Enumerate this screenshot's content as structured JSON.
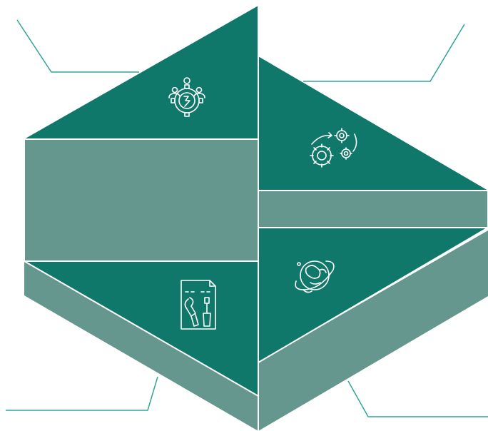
{
  "colors": {
    "dark": "#10786a",
    "light": "#65978e",
    "line": "#2fa595",
    "icon": "#ffffff",
    "background": "#ffffff"
  },
  "segments": [
    {
      "id": "top-left",
      "icon": "team-power-gear-icon",
      "tone": "dark"
    },
    {
      "id": "top-right",
      "icon": "cycle-gears-icon",
      "tone": "dark"
    },
    {
      "id": "bottom-left",
      "icon": "tools-document-icon",
      "tone": "dark"
    },
    {
      "id": "bottom-right",
      "icon": "globe-ideas-icon",
      "tone": "dark"
    }
  ],
  "callouts": [
    {
      "id": "callout-top-left"
    },
    {
      "id": "callout-top-right"
    },
    {
      "id": "callout-bottom-left"
    },
    {
      "id": "callout-bottom-right"
    }
  ]
}
